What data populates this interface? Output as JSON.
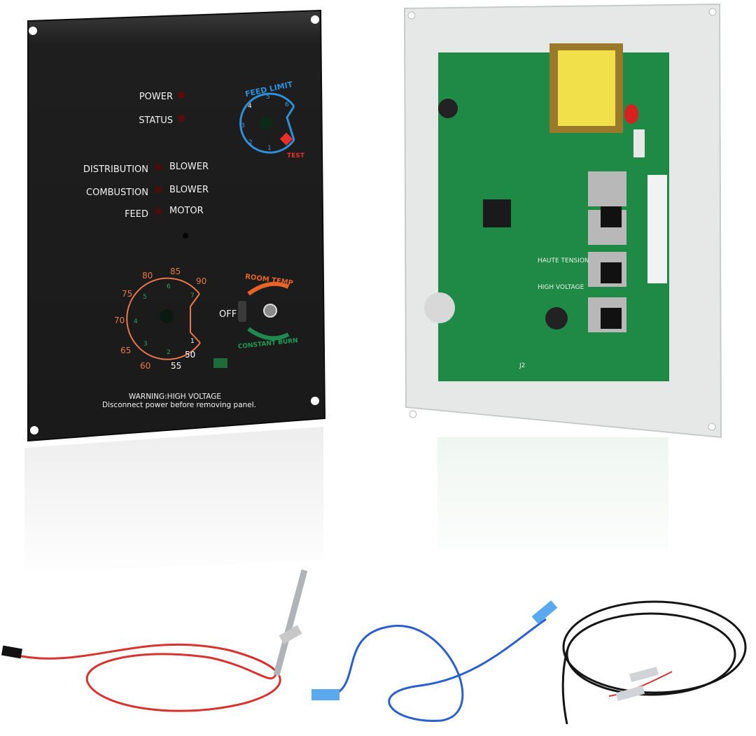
{
  "control_panel": {
    "indicators": [
      {
        "label": "POWER"
      },
      {
        "label": "STATUS"
      },
      {
        "left": "DISTRIBUTION",
        "right": "BLOWER"
      },
      {
        "left": "COMBUSTION",
        "right": "BLOWER"
      },
      {
        "left": "FEED",
        "right": "MOTOR"
      }
    ],
    "feed_limit": {
      "title": "FEED LIMIT",
      "ticks": [
        "1",
        "2",
        "3",
        "4",
        "5",
        "6"
      ],
      "test_label": "TEST",
      "color": "#2f8fd8"
    },
    "temperature_dial": {
      "ticks_outer": [
        "50",
        "55",
        "60",
        "65",
        "70",
        "75",
        "80",
        "85",
        "90"
      ],
      "ticks_inner": [
        "1",
        "2",
        "3",
        "4",
        "5",
        "6",
        "7"
      ]
    },
    "mode_switch": {
      "off_label": "OFF",
      "room_temp_label": "ROOM TEMP",
      "constant_burn_label": "CONSTANT BURN"
    },
    "warning_title": "WARNING:HIGH VOLTAGE",
    "warning_text": "Disconnect power before removing panel."
  },
  "circuit_board": {
    "labels": [
      "HAUTE TENSION",
      "HIGH VOLTAGE",
      "J2"
    ]
  },
  "colors": {
    "panel": "#1c1c1c",
    "pcb": "#1f8a45",
    "plate": "#e4e6e6",
    "red_wire": "#d8342f",
    "blue_wire": "#2a5fd0",
    "black_wire": "#151515"
  }
}
